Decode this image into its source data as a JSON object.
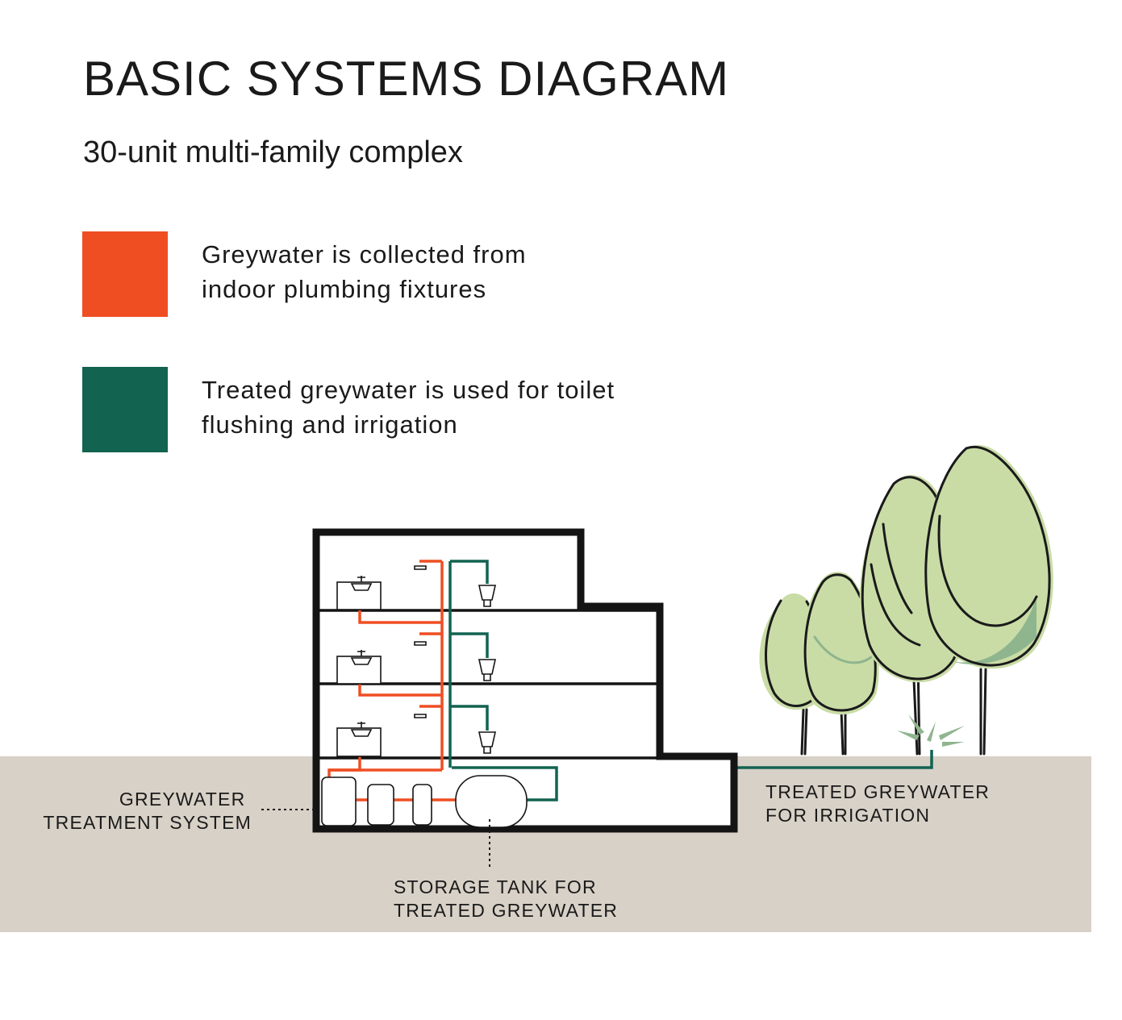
{
  "title": "BASIC SYSTEMS DIAGRAM",
  "subtitle": "30-unit multi-family complex",
  "legend": [
    {
      "color": "#ef4e23",
      "lines": [
        "Greywater is collected from",
        "indoor plumbing fixtures"
      ]
    },
    {
      "color": "#126350",
      "lines": [
        "Treated greywater is used for toilet",
        "flushing and irrigation"
      ]
    }
  ],
  "labels": {
    "treatment_system": [
      "GREYWATER",
      "TREATMENT SYSTEM"
    ],
    "irrigation": [
      "TREATED GREYWATER",
      "FOR IRRIGATION"
    ],
    "storage_tank": [
      "STORAGE TANK FOR",
      "TREATED GREYWATER"
    ]
  },
  "colors": {
    "greywater": "#ef4e23",
    "treated": "#126350",
    "ground": "#d8d1c7",
    "tree_fill": "#c9dca6",
    "tree_shade": "#8fb58e"
  }
}
